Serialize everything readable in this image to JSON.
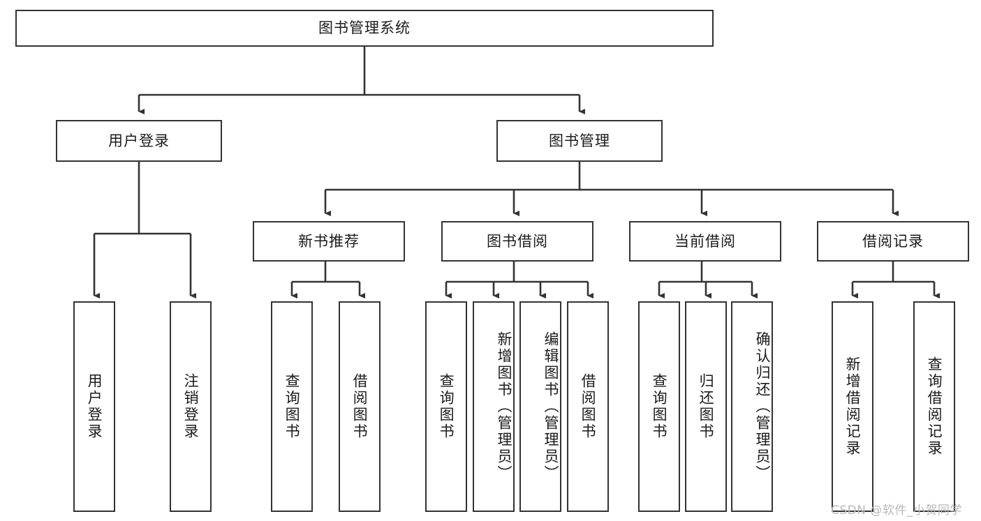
{
  "diagram": {
    "title": "图书管理系统",
    "type": "tree-hierarchy-chart",
    "watermark": "CSDN @软件_小贺同学",
    "colors": {
      "box_border": "#333333",
      "box_fill": "#ffffff",
      "connector": "#333333",
      "text": "#1b1b1b",
      "watermark": "#b9b9b9",
      "page_background": "#ffffff"
    },
    "root": {
      "label": "图书管理系统"
    },
    "level2": [
      {
        "label": "用户登录"
      },
      {
        "label": "图书管理"
      }
    ],
    "level3": [
      {
        "label": "新书推荐"
      },
      {
        "label": "图书借阅"
      },
      {
        "label": "当前借阅"
      },
      {
        "label": "借阅记录"
      }
    ],
    "leaves": {
      "user_login": [
        {
          "label": "用户登录"
        },
        {
          "label": "注销登录"
        }
      ],
      "new_book_recommend": [
        {
          "label": "查询图书"
        },
        {
          "label": "借阅图书"
        }
      ],
      "book_borrow": [
        {
          "label": "查询图书"
        },
        {
          "label": "新增图书（管理员）"
        },
        {
          "label": "编辑图书（管理员）"
        },
        {
          "label": "借阅图书"
        }
      ],
      "current_borrow": [
        {
          "label": "查询图书"
        },
        {
          "label": "归还图书"
        },
        {
          "label": "确认归还（管理员）"
        }
      ],
      "borrow_records": [
        {
          "label": "新增借阅记录"
        },
        {
          "label": "查询借阅记录"
        }
      ]
    }
  }
}
